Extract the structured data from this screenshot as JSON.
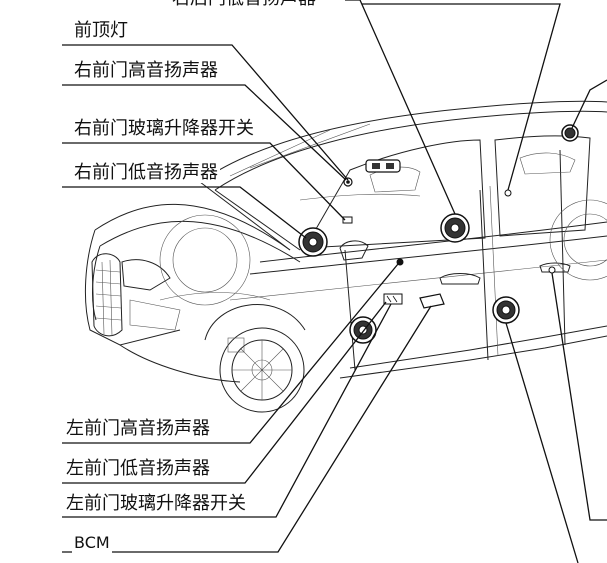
{
  "labels": {
    "rear_right_woofer": "右后门低音扬声器",
    "front_dome_light": "前顶灯",
    "rf_tweeter": "右前门高音扬声器",
    "rf_window_switch": "右前门玻璃升降器开关",
    "rf_woofer": "右前门低音扬声器",
    "lf_tweeter": "左前门高音扬声器",
    "lf_woofer": "左前门低音扬声器",
    "lf_window_switch": "左前门玻璃升降器开关",
    "bcm": "BCM"
  },
  "icons": {
    "speaker": "speaker-icon",
    "switch": "window-switch-icon",
    "module": "bcm-module-icon",
    "lamp": "dome-light-icon"
  }
}
